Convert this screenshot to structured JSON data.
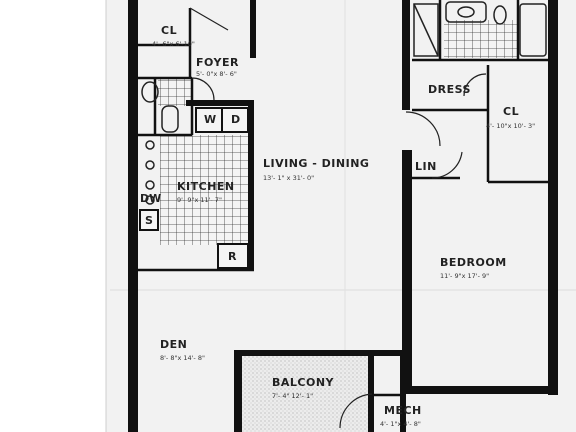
{
  "rooms": {
    "closet_foyer": {
      "name": "CL",
      "dim": "4'- 6\"x 6'-10\""
    },
    "foyer": {
      "name": "FOYER",
      "dim": "5'- 0\"x 8'- 6\""
    },
    "living_dining": {
      "name": "LIVING - DINING",
      "dim": "13'- 1\" x 31'- 0\""
    },
    "kitchen": {
      "name": "KITCHEN",
      "dim": "9'- 9\"x 11'- 7\""
    },
    "dress": {
      "name": "DRESS"
    },
    "closet_bed": {
      "name": "CL",
      "dim": "4'- 10\"x 10'- 3\""
    },
    "linen": {
      "name": "LIN"
    },
    "bedroom": {
      "name": "BEDROOM",
      "dim": "11'- 9\"x 17'- 9\""
    },
    "den": {
      "name": "DEN",
      "dim": "8'- 8\"x 14'- 8\""
    },
    "balcony": {
      "name": "BALCONY",
      "dim": "7'- 4\"  12'- 1\""
    },
    "mech": {
      "name": "MECH",
      "dim": "4'- 1\"x 4'- 8\""
    }
  },
  "fixtures": {
    "washer": "W",
    "dryer": "D",
    "dishwasher": "DW",
    "sink": "S",
    "refrigerator": "R"
  }
}
